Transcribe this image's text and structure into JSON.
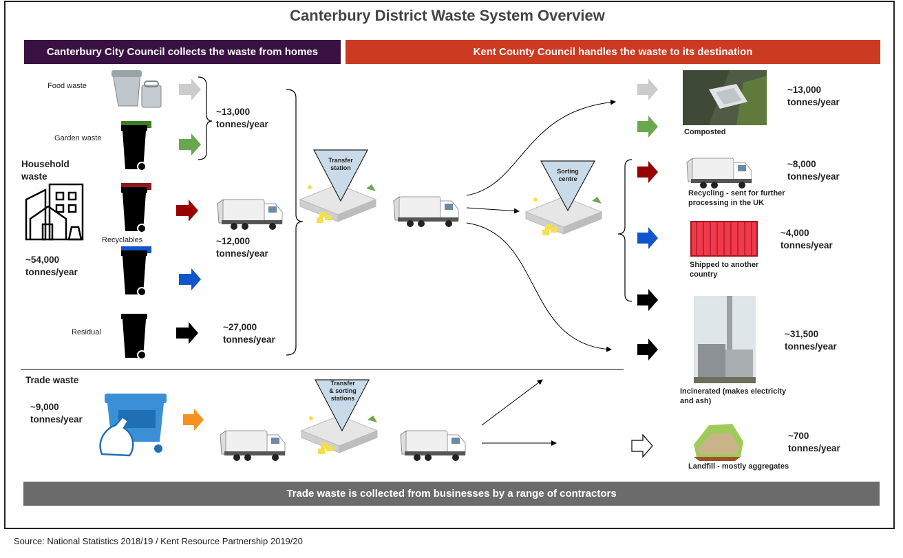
{
  "title": "Canterbury District Waste System Overview",
  "bands": {
    "left": "Canterbury City Council collects the waste from homes",
    "right": "Kent County Council handles the waste to its destination",
    "bottom": "Trade waste is collected from businesses by a range of contractors"
  },
  "household": {
    "label": "Household waste",
    "total": "~54,000 tonnes/year",
    "streams": {
      "food": "Food waste",
      "garden": "Garden waste",
      "recyclables": "Recyclables",
      "residual": "Residual"
    },
    "amounts": {
      "organic": "~13,000 tonnes/year",
      "recyclables": "~12,000 tonnes/year",
      "residual": "~27,000 tonnes/year"
    }
  },
  "trade": {
    "label": "Trade waste",
    "total": "~9,000 tonnes/year"
  },
  "facilities": {
    "transfer": "Transfer station",
    "sorting": "Sorting centre",
    "trade_transfer": "Transfer & sorting stations"
  },
  "destinations": {
    "composted": {
      "label": "Composted",
      "amount": "~13,000 tonnes/year"
    },
    "recycling": {
      "label": "Recycling - sent for further processing in the UK",
      "amount": "~8,000 tonnes/year"
    },
    "shipped": {
      "label": "Shipped to another country",
      "amount": "~4,000 tonnes/year"
    },
    "incinerated": {
      "label": "Incinerated (makes electricity and ash)",
      "amount": "~31,500 tonnes/year"
    },
    "landfill": {
      "label": "Landfill - mostly aggregates",
      "amount": "~700 tonnes/year"
    }
  },
  "source": "Source: National Statistics 2018/19 / Kent Resource Partnership 2019/20",
  "colors": {
    "band_left": "#3a1143",
    "band_right": "#cc3b21",
    "band_bottom": "#6b6b6b",
    "food_arrow": "#cccccc",
    "garden_arrow": "#6aa84f",
    "recycle_arrow": "#990000",
    "blue_arrow": "#1155cc",
    "residual_arrow": "#000000",
    "trade_arrow": "#f6921e"
  },
  "icons": [
    "caddy-icon",
    "bin-icon",
    "house-icon",
    "truck-icon",
    "facility-icon",
    "trade-bin-icon",
    "composting-site-icon",
    "container-icon",
    "incinerator-icon",
    "landfill-icon"
  ]
}
